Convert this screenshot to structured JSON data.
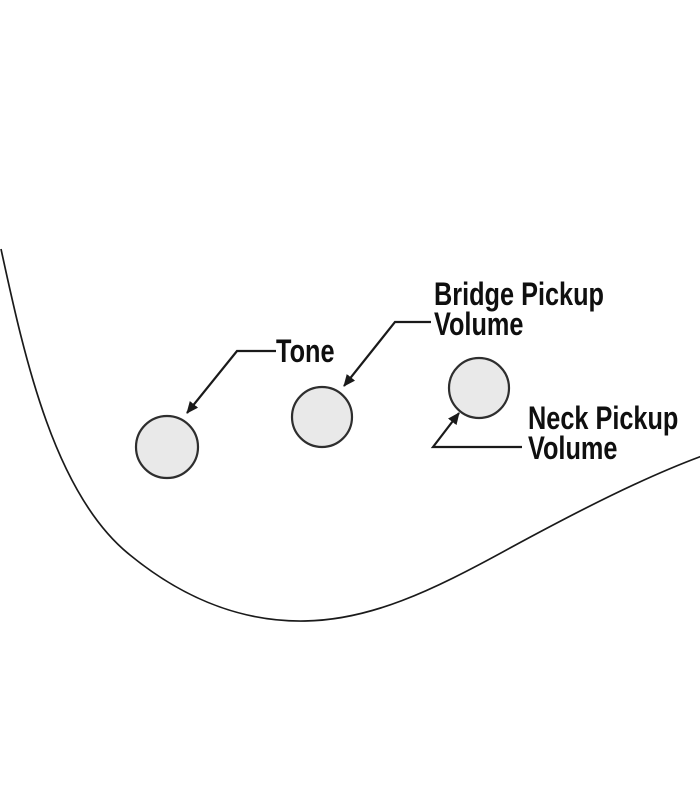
{
  "diagram": {
    "labels": {
      "tone": {
        "text": "Tone"
      },
      "bridge_pickup": {
        "line1": "Bridge Pickup",
        "line2": "Volume"
      },
      "neck_pickup": {
        "line1": "Neck Pickup",
        "line2": "Volume"
      }
    }
  },
  "colors": {
    "background": "#ffffff",
    "line": "#1a1a1a",
    "knob_fill": "#e9e9e9",
    "knob_stroke": "#2e2e2e",
    "text": "#0f0f0f"
  }
}
